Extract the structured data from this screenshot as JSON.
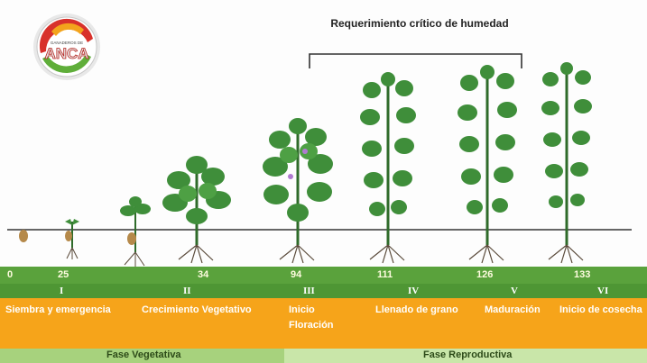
{
  "logo": {
    "text": "ANCA",
    "subtext": "GANADEROS DE"
  },
  "critical_label": "Requerimiento crítico de humedad",
  "days": [
    "0",
    "25",
    "34",
    "94",
    "111",
    "126",
    "133"
  ],
  "stages": [
    {
      "roman": "I",
      "label": "Siembra y emergencia"
    },
    {
      "roman": "II",
      "label": "Crecimiento Vegetativo"
    },
    {
      "roman": "III",
      "label_line1": "Inicio",
      "label_line2": "Floración"
    },
    {
      "roman": "IV",
      "label": "Llenado de grano"
    },
    {
      "roman": "V",
      "label": "Maduración"
    },
    {
      "roman": "VI",
      "label": "Inicio de cosecha"
    }
  ],
  "phases": {
    "vegetative": "Fase Vegetativa",
    "reproductive": "Fase Reproductiva"
  },
  "colors": {
    "days_band": "#5aa23c",
    "stage_band": "#f6a41a",
    "veg_phase": "#a7d27d",
    "rep_phase": "#c9e6a9",
    "plant_leaf": "#3f8e3a",
    "plant_stem": "#2f6b2a"
  }
}
